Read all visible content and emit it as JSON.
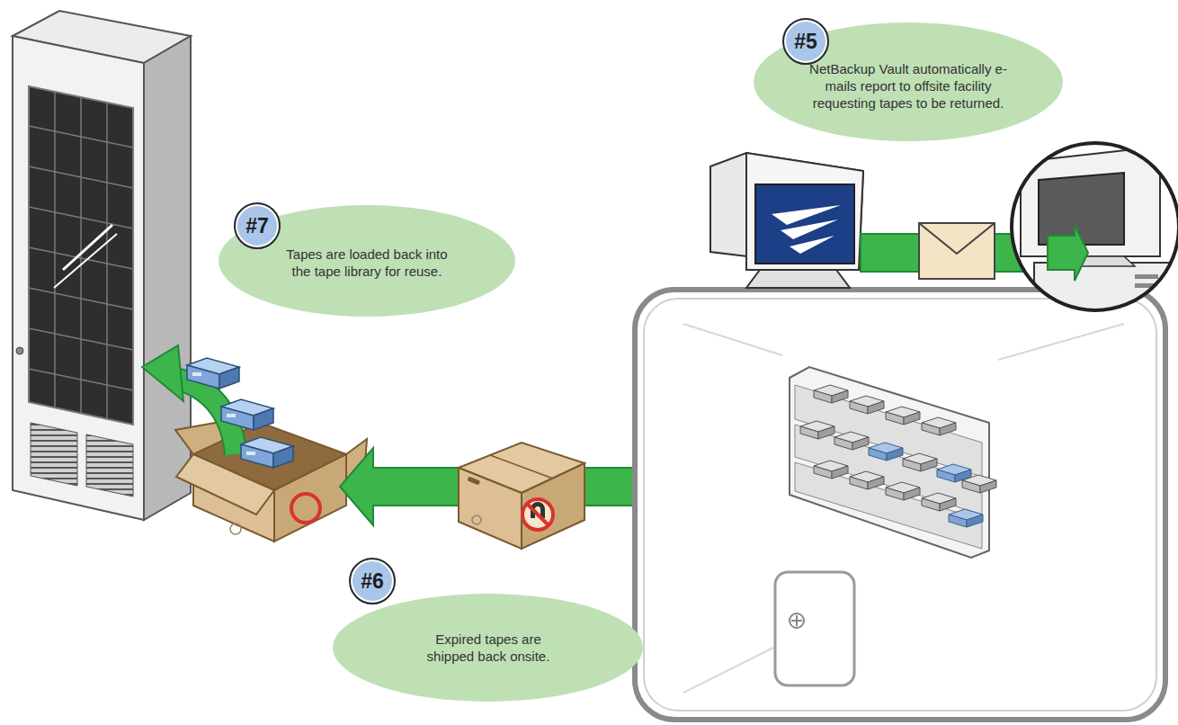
{
  "diagram": {
    "nodes": [
      {
        "text": [
          "#5",
          "NetBackup Vault automatically e-mails report to offsite facility requesting tapes to be returned."
        ]
      },
      {
        "text": [
          "#7",
          "Tapes are loaded back into the tape library for reuse."
        ]
      },
      {
        "text": [
          "#6",
          "Expired tapes are shipped back onsite."
        ]
      }
    ]
  }
}
